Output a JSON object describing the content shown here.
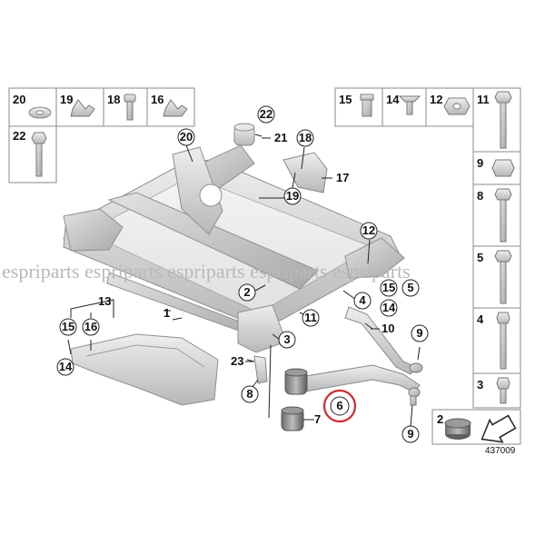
{
  "diagram_number": "437009",
  "watermark": "espriparts espriparts espriparts espriparts espriparts",
  "legend_top": [
    "20",
    "19",
    "18",
    "16",
    "15",
    "14",
    "12",
    "11",
    "22"
  ],
  "legend_right": [
    "9",
    "8",
    "5",
    "4",
    "3",
    "2"
  ],
  "callouts": [
    "22",
    "21",
    "20",
    "18",
    "17",
    "19",
    "12",
    "2",
    "4",
    "15",
    "5",
    "14",
    "1",
    "11",
    "10",
    "13",
    "15",
    "16",
    "3",
    "9",
    "14",
    "23",
    "8",
    "6",
    "7",
    "9"
  ],
  "highlighted_part": "6",
  "colors": {
    "part_fill": "#d3d3d3",
    "part_stroke": "#8f8f8f",
    "highlight": "#d4262c"
  }
}
